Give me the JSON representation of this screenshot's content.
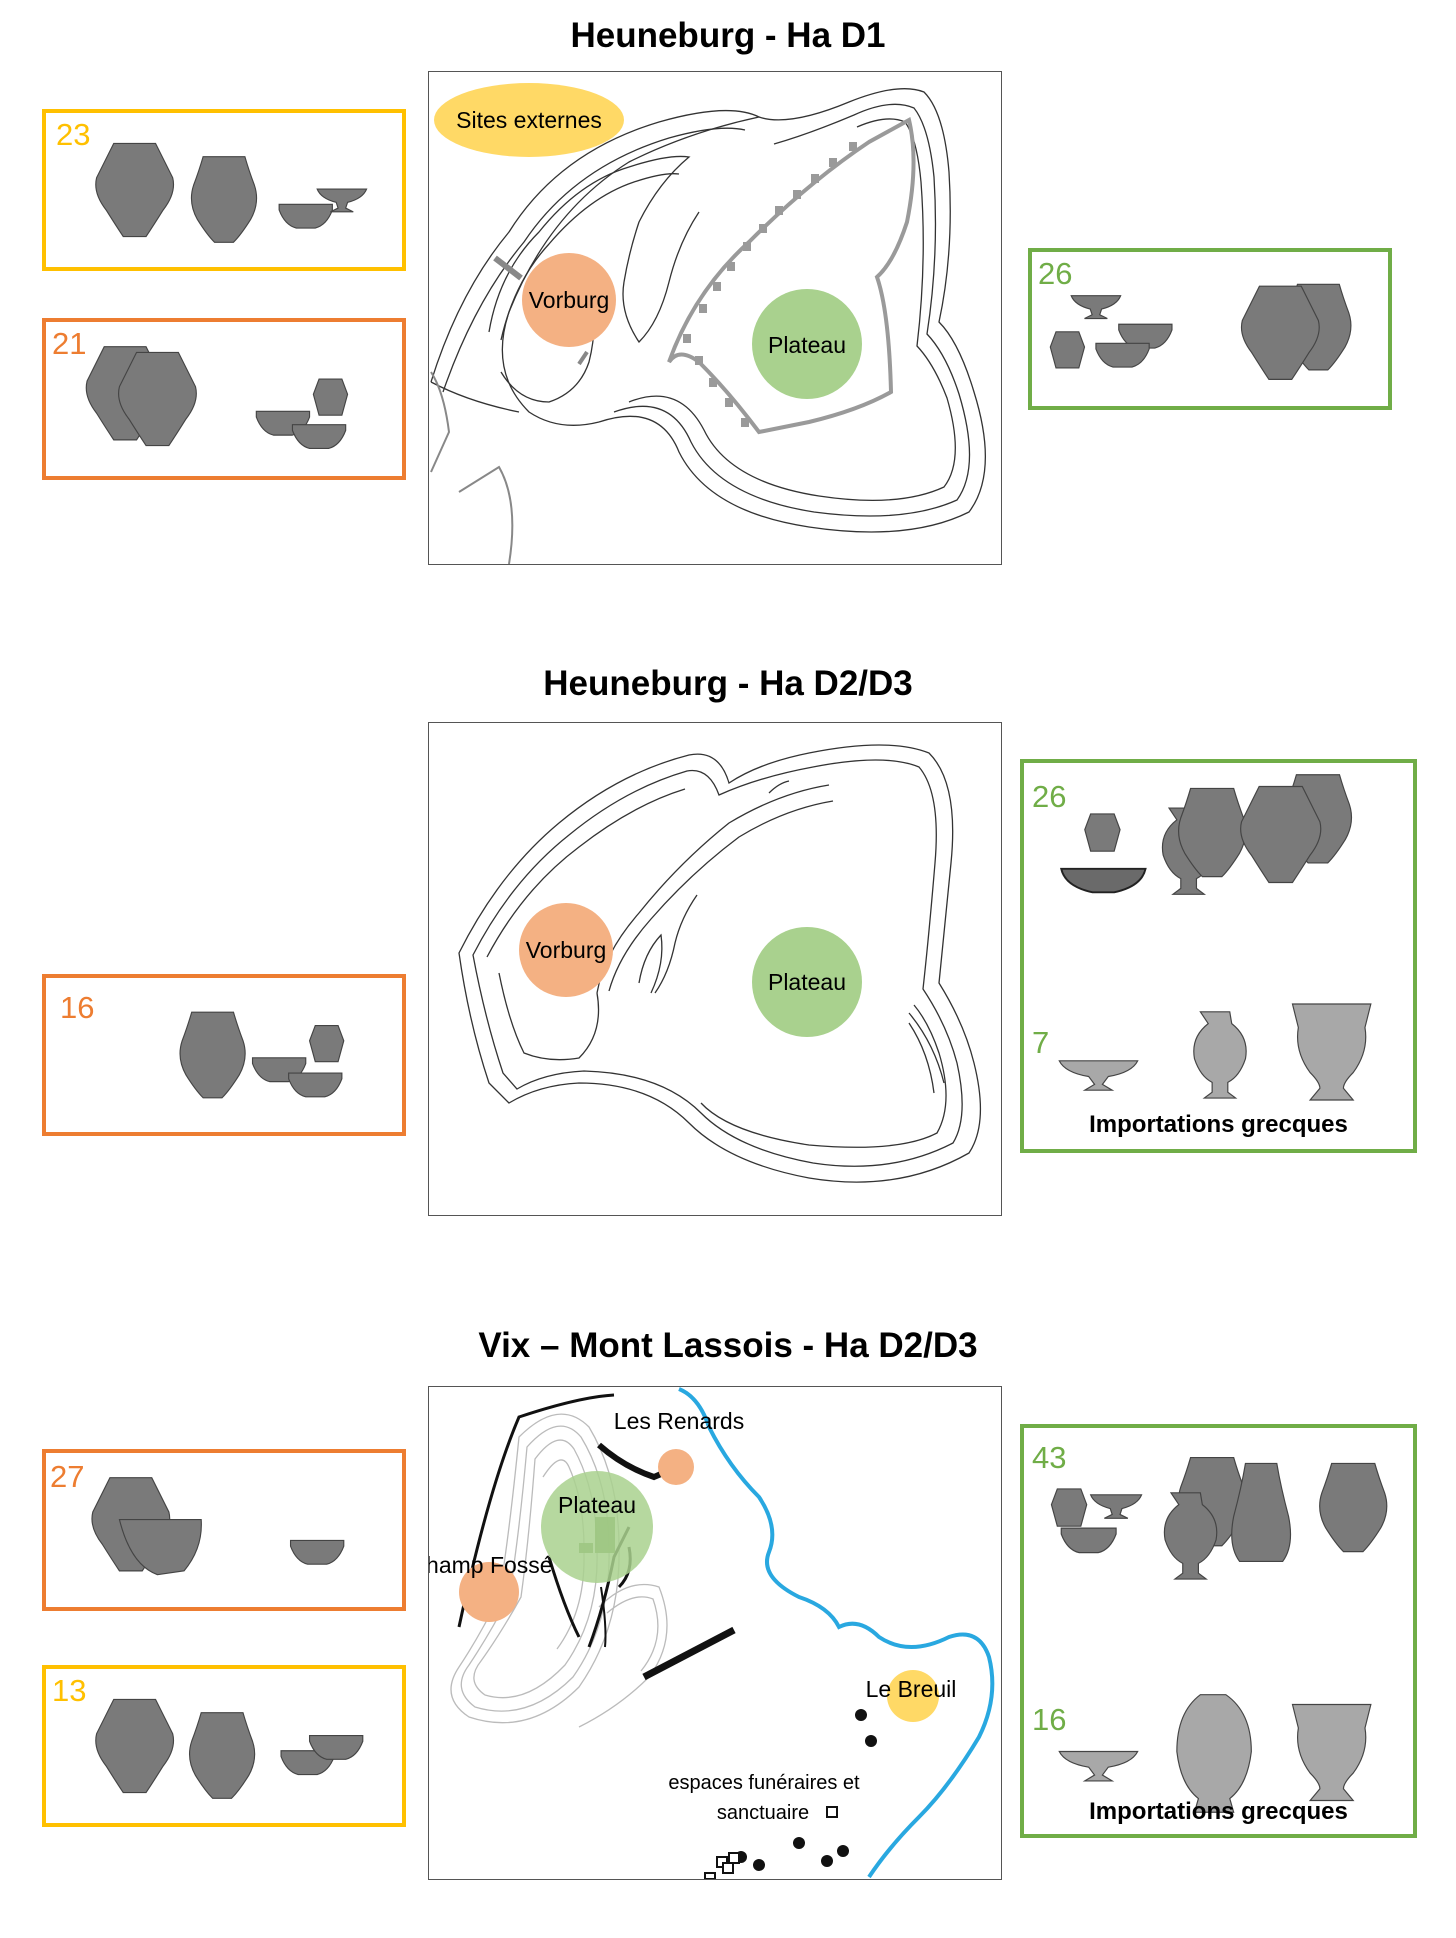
{
  "panels": [
    {
      "title": "Heuneburg - Ha D1",
      "zones": {
        "external": "Sites externes",
        "vorburg": "Vorburg",
        "plateau": "Plateau"
      },
      "left_boxes": [
        {
          "count": "23",
          "color": "#ffc000"
        },
        {
          "count": "21",
          "color": "#ed7d31"
        }
      ],
      "right_boxes": [
        {
          "count": "26",
          "color": "#70ad47"
        }
      ]
    },
    {
      "title": "Heuneburg - Ha D2/D3",
      "zones": {
        "vorburg": "Vorburg",
        "plateau": "Plateau"
      },
      "left_boxes": [
        {
          "count": "16",
          "color": "#ed7d31"
        }
      ],
      "right_boxes": [
        {
          "count": "26",
          "count_imports": "7",
          "caption": "Importations grecques",
          "color": "#70ad47"
        }
      ]
    },
    {
      "title": "Vix – Mont Lassois - Ha D2/D3",
      "zones": {
        "renards": "Les Renards",
        "plateau": "Plateau",
        "champ_fosse": "Champ Fossé",
        "breuil": "Le Breuil",
        "funeraire_1": "espaces funéraires et",
        "funeraire_2": "sanctuaire"
      },
      "left_boxes": [
        {
          "count": "27",
          "color": "#ed7d31"
        },
        {
          "count": "13",
          "color": "#ffc000"
        }
      ],
      "right_boxes": [
        {
          "count": "43",
          "count_imports": "16",
          "caption": "Importations grecques",
          "color": "#70ad47"
        }
      ]
    }
  ],
  "legend_colors": {
    "yellow": "#ffc000",
    "orange": "#ed7d31",
    "green": "#70ad47",
    "zone_orange": "#f4b183",
    "zone_green": "#a9d18e",
    "zone_yellow": "#ffd966",
    "river": "#29a8e0"
  }
}
